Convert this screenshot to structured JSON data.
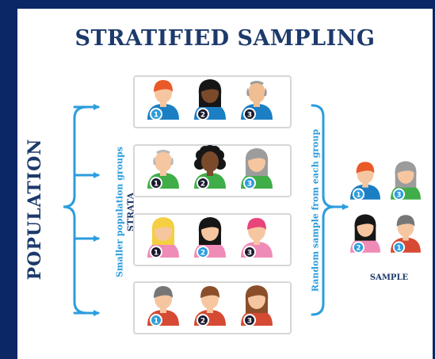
{
  "title": "STRATIFIED SAMPLING",
  "population_label": "POPULATION",
  "strata_caption": "Smaller population groups",
  "strata_label": "STRATA",
  "random_caption": "Random sample from each group",
  "sample_label": "SAMPLE",
  "colors": {
    "accent": "#2c9ddd",
    "navy": "#1d3a6b",
    "frame": "#0b2766",
    "box_border": "#d7d7d7"
  },
  "groups": [
    {
      "members": [
        {
          "number": "1",
          "skin": "#f6c6a0",
          "hair": "#ea5a28",
          "shirt": "#1c7fc4",
          "style": "short",
          "badge": "blue"
        },
        {
          "number": "2",
          "skin": "#7a4a2b",
          "hair": "#161616",
          "shirt": "#1c7fc4",
          "style": "long",
          "badge": "dark"
        },
        {
          "number": "3",
          "skin": "#f1be93",
          "hair": "#9c9c9c",
          "shirt": "#1c7fc4",
          "style": "bald",
          "badge": "dark"
        }
      ]
    },
    {
      "members": [
        {
          "number": "1",
          "skin": "#f6c6a0",
          "hair": "#b8b8b8",
          "shirt": "#3fae49",
          "style": "bald",
          "badge": "dark"
        },
        {
          "number": "2",
          "skin": "#7a4a2b",
          "hair": "#161616",
          "shirt": "#3fae49",
          "style": "curly",
          "badge": "dark"
        },
        {
          "number": "3",
          "skin": "#f6c6a0",
          "hair": "#9c9c9c",
          "shirt": "#3fae49",
          "style": "long",
          "badge": "blue"
        }
      ]
    },
    {
      "members": [
        {
          "number": "1",
          "skin": "#f6c6a0",
          "hair": "#f5cf43",
          "shirt": "#ef8bb7",
          "style": "long",
          "badge": "dark"
        },
        {
          "number": "2",
          "skin": "#f6c6a0",
          "hair": "#161616",
          "shirt": "#ef8bb7",
          "style": "long",
          "badge": "blue"
        },
        {
          "number": "3",
          "skin": "#f6c6a0",
          "hair": "#e8447a",
          "shirt": "#ef8bb7",
          "style": "short",
          "badge": "dark"
        }
      ]
    },
    {
      "members": [
        {
          "number": "1",
          "skin": "#f6c6a0",
          "hair": "#767676",
          "shirt": "#d64a34",
          "style": "short",
          "badge": "blue"
        },
        {
          "number": "2",
          "skin": "#f6c6a0",
          "hair": "#8a4f2a",
          "shirt": "#d64a34",
          "style": "short",
          "badge": "dark"
        },
        {
          "number": "3",
          "skin": "#f6c6a0",
          "hair": "#8a4f2a",
          "shirt": "#d64a34",
          "style": "long",
          "badge": "dark"
        }
      ]
    }
  ],
  "sample": [
    {
      "number": "1",
      "skin": "#f6c6a0",
      "hair": "#ea5a28",
      "shirt": "#1c7fc4",
      "style": "short",
      "badge": "blue"
    },
    {
      "number": "3",
      "skin": "#f6c6a0",
      "hair": "#9c9c9c",
      "shirt": "#3fae49",
      "style": "long",
      "badge": "blue"
    },
    {
      "number": "2",
      "skin": "#f6c6a0",
      "hair": "#161616",
      "shirt": "#ef8bb7",
      "style": "long",
      "badge": "blue"
    },
    {
      "number": "1",
      "skin": "#f6c6a0",
      "hair": "#767676",
      "shirt": "#d64a34",
      "style": "short",
      "badge": "blue"
    }
  ]
}
